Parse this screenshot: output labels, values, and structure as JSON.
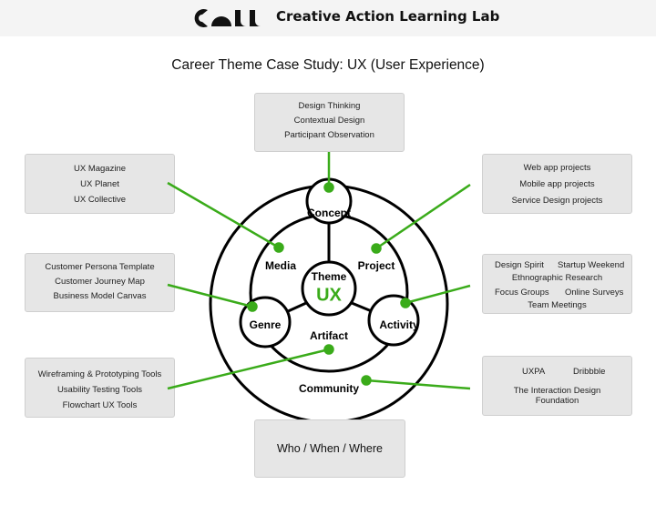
{
  "header": {
    "logo_text": "CALL",
    "brand": "Creative Action Learning Lab"
  },
  "title": "Career Theme Case Study: UX (User Experience)",
  "boxes": {
    "concept": [
      "Design Thinking",
      "Contextual Design",
      "Participant Observation"
    ],
    "media": [
      "UX Magazine",
      "UX Planet",
      "UX Collective"
    ],
    "project": [
      "Web app projects",
      "Mobile app projects",
      "Service Design projects"
    ],
    "genre": [
      "Customer Persona Template",
      "Customer Journey Map",
      "Business Model Canvas"
    ],
    "activity": [
      "Design Spirit",
      "Startup Weekend",
      "Ethnographic Research",
      "Focus Groups",
      "Online Surveys",
      "Team Meetings"
    ],
    "artifact": [
      "Wireframing & Prototyping Tools",
      "Usability Testing Tools",
      "Flowchart UX Tools"
    ],
    "community": [
      "UXPA",
      "Dribbble",
      "The Interaction Design",
      "Foundation"
    ]
  },
  "nodes": {
    "concept": "Concept",
    "media": "Media",
    "project": "Project",
    "theme": "Theme",
    "ux": "UX",
    "genre": "Genre",
    "activity": "Activity",
    "artifact": "Artifact",
    "community": "Community"
  },
  "bottom": "Who / When / Where",
  "colors": {
    "accent_green": "#3aab1a",
    "box_fill": "#e6e6e6",
    "line": "#000000"
  }
}
